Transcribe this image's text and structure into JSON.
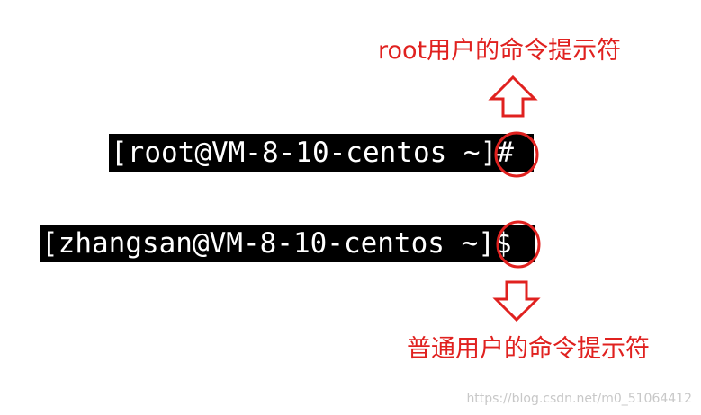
{
  "root_caption": "root用户的命令提示符",
  "root_prompt": "[root@VM-8-10-centos ~]#",
  "user_prompt": "[zhangsan@VM-8-10-centos ~]$",
  "user_caption": "普通用户的命令提示符",
  "watermark": "https://blog.csdn.net/m0_51064412",
  "colors": {
    "annotation": "#e0211f",
    "terminal_bg": "#000000",
    "terminal_fg": "#ffffff"
  },
  "icons": [
    "up-arrow-icon",
    "down-arrow-icon",
    "highlight-circle"
  ]
}
